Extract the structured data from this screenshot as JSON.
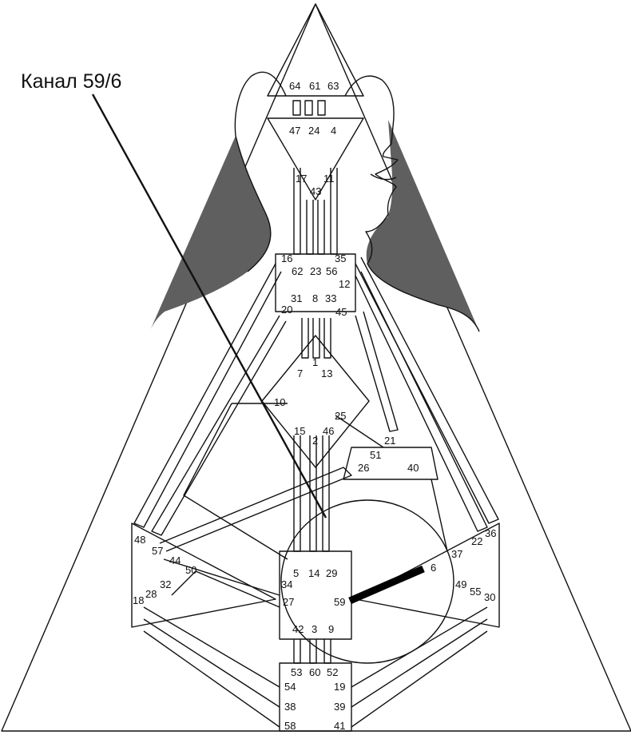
{
  "callout_label": "Канал 59/6",
  "highlighted_channel": {
    "from": "59",
    "to": "6"
  },
  "colors": {
    "shade": "#5f5f5f",
    "line": "#111111",
    "highlight": "#000000"
  },
  "gates": {
    "g64": "64",
    "g61": "61",
    "g63": "63",
    "g47": "47",
    "g24": "24",
    "g4": "4",
    "g17": "17",
    "g43": "43",
    "g11": "11",
    "g16": "16",
    "g62": "62",
    "g23": "23",
    "g56": "56",
    "g35": "35",
    "g12": "12",
    "g31": "31",
    "g8": "8",
    "g33": "33",
    "g20": "20",
    "g45": "45",
    "g7": "7",
    "g1": "1",
    "g13": "13",
    "g10": "10",
    "g25": "25",
    "g15": "15",
    "g2": "2",
    "g46": "46",
    "g21": "21",
    "g51": "51",
    "g26": "26",
    "g40": "40",
    "g48": "48",
    "g57": "57",
    "g44": "44",
    "g50": "50",
    "g32": "32",
    "g28": "28",
    "g18": "18",
    "g34": "34",
    "g5": "5",
    "g14": "14",
    "g29": "29",
    "g27": "27",
    "g59": "59",
    "g42": "42",
    "g3": "3",
    "g9": "9",
    "g6": "6",
    "g37": "37",
    "g22": "22",
    "g36": "36",
    "g49": "49",
    "g55": "55",
    "g30": "30",
    "g53": "53",
    "g60": "60",
    "g52": "52",
    "g54": "54",
    "g19": "19",
    "g38": "38",
    "g39": "39",
    "g58": "58",
    "g41": "41"
  }
}
